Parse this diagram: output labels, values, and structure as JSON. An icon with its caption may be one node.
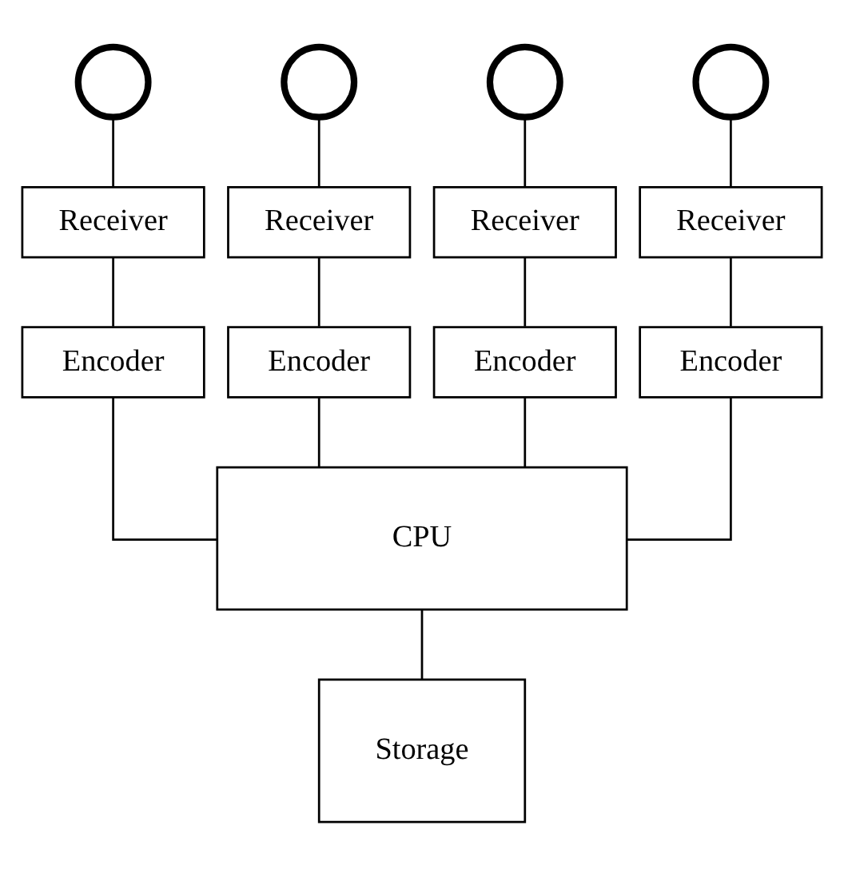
{
  "diagram": {
    "nodes": [
      {
        "text": [],
        "shape": "circle"
      },
      {
        "text": [],
        "shape": "circle"
      },
      {
        "text": [],
        "shape": "circle"
      },
      {
        "text": [],
        "shape": "circle"
      },
      {
        "text": [
          "Receiver"
        ]
      },
      {
        "text": [
          "Receiver"
        ]
      },
      {
        "text": [
          "Receiver"
        ]
      },
      {
        "text": [
          "Receiver"
        ]
      },
      {
        "text": [
          "Encoder"
        ]
      },
      {
        "text": [
          "Encoder"
        ]
      },
      {
        "text": [
          "Encoder"
        ]
      },
      {
        "text": [
          "Encoder"
        ]
      },
      {
        "text": [
          "CPU"
        ]
      },
      {
        "text": [
          "Storage"
        ]
      }
    ],
    "edges": [
      {
        "from": 0,
        "to": 4,
        "arrow": "none"
      },
      {
        "from": 1,
        "to": 5,
        "arrow": "none"
      },
      {
        "from": 2,
        "to": 6,
        "arrow": "none"
      },
      {
        "from": 3,
        "to": 7,
        "arrow": "none"
      },
      {
        "from": 4,
        "to": 8,
        "arrow": "none"
      },
      {
        "from": 5,
        "to": 9,
        "arrow": "none"
      },
      {
        "from": 6,
        "to": 10,
        "arrow": "none"
      },
      {
        "from": 7,
        "to": 11,
        "arrow": "none"
      },
      {
        "from": 8,
        "to": 12,
        "arrow": "none"
      },
      {
        "from": 9,
        "to": 12,
        "arrow": "none"
      },
      {
        "from": 10,
        "to": 12,
        "arrow": "none"
      },
      {
        "from": 11,
        "to": 12,
        "arrow": "none"
      },
      {
        "from": 12,
        "to": 13,
        "arrow": "none"
      }
    ]
  }
}
